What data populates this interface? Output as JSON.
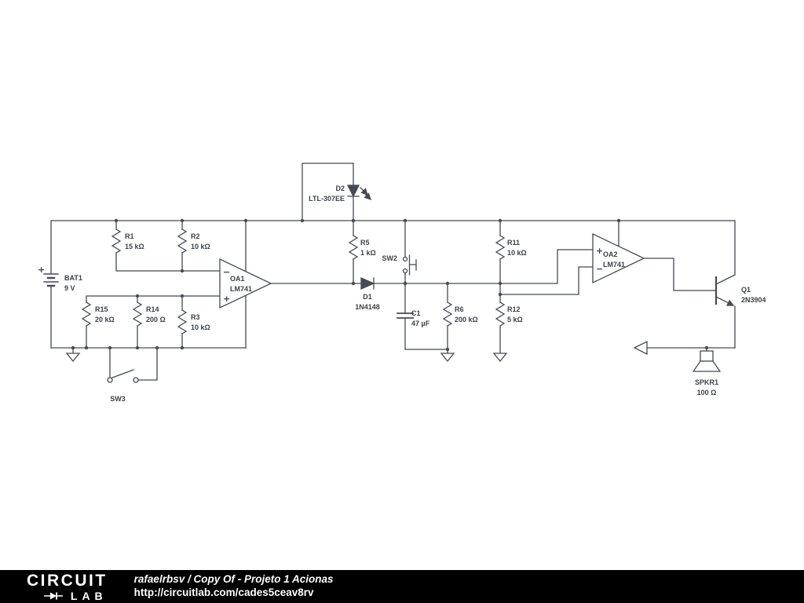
{
  "schematic": {
    "colors": {
      "wire": "#454b52",
      "text": "#3c4248"
    },
    "components": {
      "bat1": {
        "name": "BAT1",
        "value": "9 V",
        "polarity": "+"
      },
      "r1": {
        "name": "R1",
        "value": "15 kΩ"
      },
      "r2": {
        "name": "R2",
        "value": "10 kΩ"
      },
      "r3": {
        "name": "R3",
        "value": "10 kΩ"
      },
      "r15": {
        "name": "R15",
        "value": "20 kΩ"
      },
      "r14": {
        "name": "R14",
        "value": "200 Ω"
      },
      "oa1": {
        "name": "OA1",
        "value": "LM741",
        "inverting": "−",
        "noninverting": "+"
      },
      "d2": {
        "name": "D2",
        "value": "LTL-307EE"
      },
      "r5": {
        "name": "R5",
        "value": "1 kΩ"
      },
      "sw2": {
        "name": "SW2"
      },
      "d1": {
        "name": "D1",
        "value": "1N4148"
      },
      "c1": {
        "name": "C1",
        "value": "47 µF"
      },
      "r6": {
        "name": "R6",
        "value": "200 kΩ"
      },
      "r11": {
        "name": "R11",
        "value": "10 kΩ"
      },
      "r12": {
        "name": "R12",
        "value": "5 kΩ"
      },
      "oa2": {
        "name": "OA2",
        "value": "LM741",
        "noninverting": "+",
        "inverting": "−"
      },
      "q1": {
        "name": "Q1",
        "value": "2N3904"
      },
      "spkr1": {
        "name": "SPKR1",
        "value": "100 Ω"
      },
      "sw3": {
        "name": "SW3"
      }
    }
  },
  "footer": {
    "logo_top": "CIRCUIT",
    "logo_lab": "LAB",
    "byline": "rafaelrbsv / Copy Of - Projeto 1 Acionas",
    "url": "http://circuitlab.com/cades5ceav8rv",
    "bg": "#000000",
    "fg": "#ffffff"
  }
}
